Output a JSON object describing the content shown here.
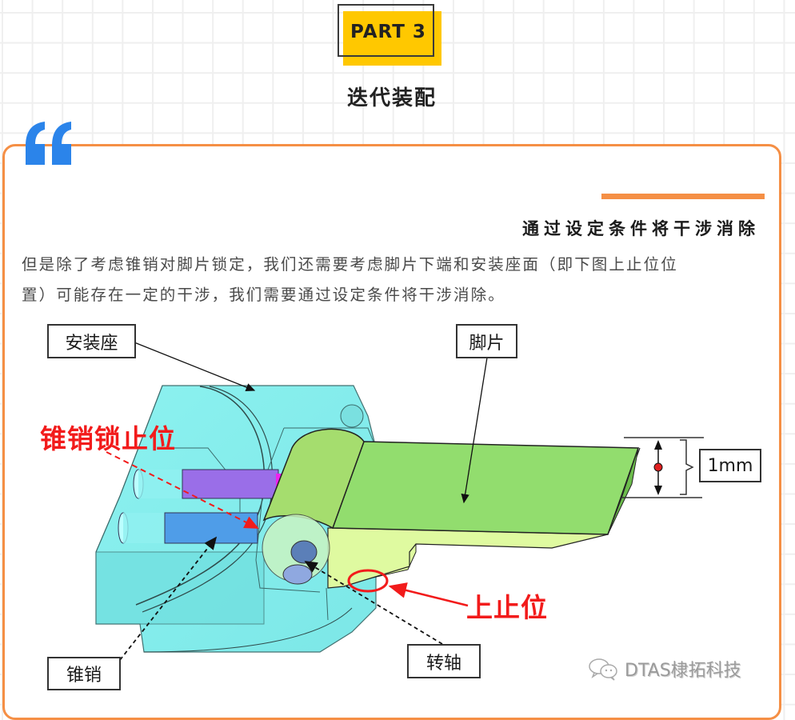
{
  "header": {
    "part_label": "PART 3",
    "section_title": "迭代装配",
    "colors": {
      "part_bg": "#ffc800",
      "accent": "#f58f45",
      "quote": "#2b84ea"
    }
  },
  "card": {
    "quote_icon": "left-double-quote-icon",
    "sub_heading": "通过设定条件将干涉消除",
    "body_line_1": "但是除了考虑锥销对脚片锁定，我们还需要考虑脚片下端和安装座面（即下图上止位位",
    "body_line_2": "置）可能存在一定的干涉，我们需要通过设定条件将干涉消除。"
  },
  "diagram": {
    "labels": {
      "mount_seat": "安装座",
      "foot_piece": "脚片",
      "dimension": "1mm",
      "taper_pin": "锥销",
      "shaft": "转轴"
    },
    "red_labels": {
      "pin_lock_stop": "锥销锁止位",
      "top_stop": "上止位"
    },
    "colors": {
      "seat": "#7ff0ef",
      "foot_top": "#92dd6e",
      "foot_side": "#dffaa0",
      "pin_upper": "#9a6ee8",
      "pin_lower": "#4f9de8",
      "highlight_red": "#f21b1b"
    }
  },
  "watermark": {
    "icon": "wechat-icon",
    "text": "DTAS棣拓科技"
  }
}
